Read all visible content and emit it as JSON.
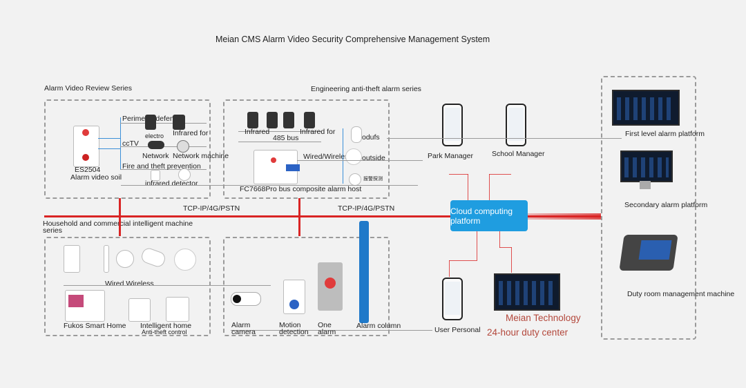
{
  "title": "Meian CMS Alarm Video Security Comprehensive Management System",
  "sections": {
    "video_review": "Alarm Video Review Series",
    "engineering": "Engineering anti-theft alarm series",
    "household": "Household and commercial intelligent machine series"
  },
  "video_review_labels": {
    "perimeter": "Perimeter defense",
    "infrared_for": "Infrared for",
    "electro": "electro",
    "cctv": "ccTV",
    "network": "Network",
    "network_machine": "Network machine",
    "model": "ES2504",
    "fire_theft": "Fire and theft prevention",
    "alarm_video_soil": "Alarm video soil",
    "infrared_detector": "infrared detector"
  },
  "engineering_labels": {
    "infrared": "Infrared",
    "infrared_for": "Infrared for",
    "bus_485": "485 bus",
    "outdoors": "odufs",
    "wired_wireless": "Wired/Wireless",
    "outside": "outside",
    "host": "FC7668Pro bus composite alarm host",
    "small_label": "报警探测"
  },
  "network_labels": {
    "left": "TCP-IP/4G/PSTN",
    "right": "TCP-IP/4G/PSTN"
  },
  "household_labels": {
    "wired_wireless": "Wired Wireless",
    "fukos": "Fukos Smart Home",
    "intelligent": "Intelligent home",
    "control": "Anti-theft control"
  },
  "bottom_labels": {
    "alarm_camera": "Alarm camera",
    "motion": "Motion detection",
    "one_key": "One alarm",
    "alarm_column": "Alarm column"
  },
  "managers": {
    "park": "Park Manager",
    "school": "School Manager",
    "user": "User Personal"
  },
  "cloud": "Cloud computing platform",
  "platforms": {
    "first": "First level alarm platform",
    "secondary": "Secondary alarm platform",
    "duty": "Duty room management machine"
  },
  "brand": {
    "name": "Meian Technology",
    "duty": "24-hour duty center"
  },
  "colors": {
    "accent": "#1f9de0",
    "network_line": "#d92424",
    "brand": "#b3473b"
  }
}
